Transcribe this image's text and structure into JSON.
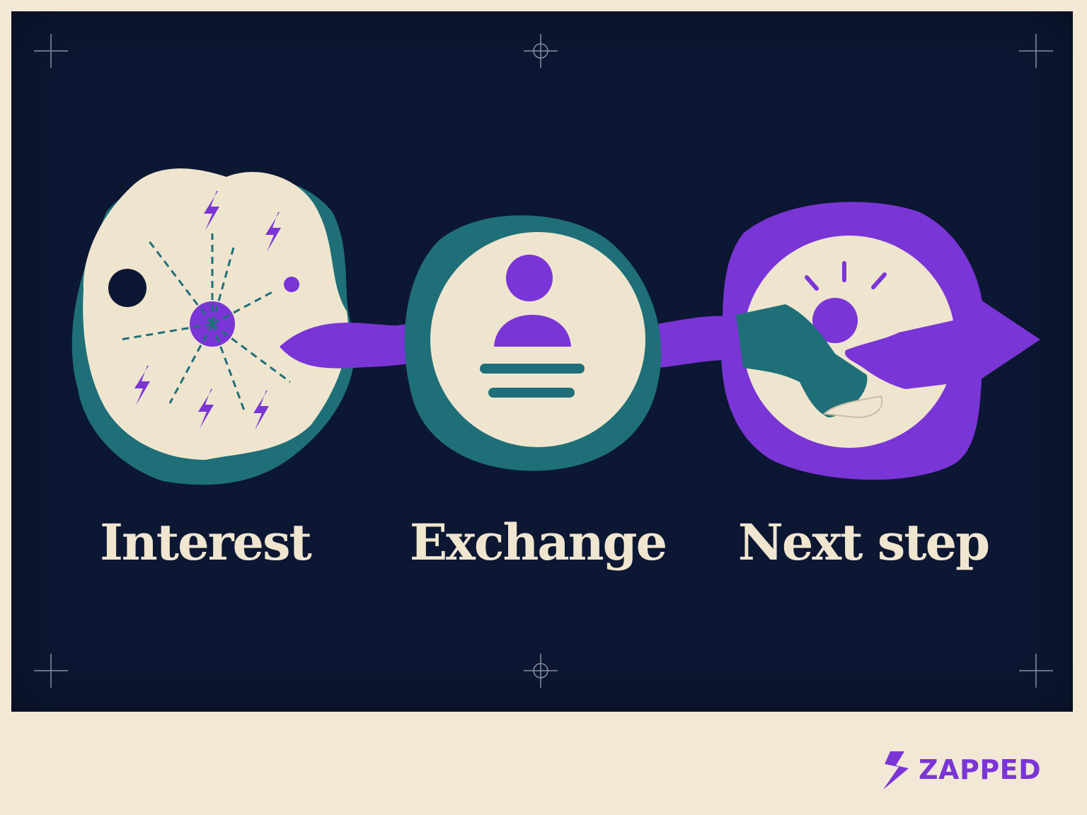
{
  "steps": [
    {
      "label": "Interest",
      "icon": "burst-icon"
    },
    {
      "label": "Exchange",
      "icon": "person-icon"
    },
    {
      "label": "Next step",
      "icon": "handshake-icon"
    }
  ],
  "brand": {
    "name": "ZAPPED",
    "icon": "lightning-s-logo-icon"
  },
  "colors": {
    "background": "#f2e8d5",
    "panel": "#0c1733",
    "cream": "#efe5cf",
    "teal": "#1f6f78",
    "purple": "#7a35d6"
  }
}
